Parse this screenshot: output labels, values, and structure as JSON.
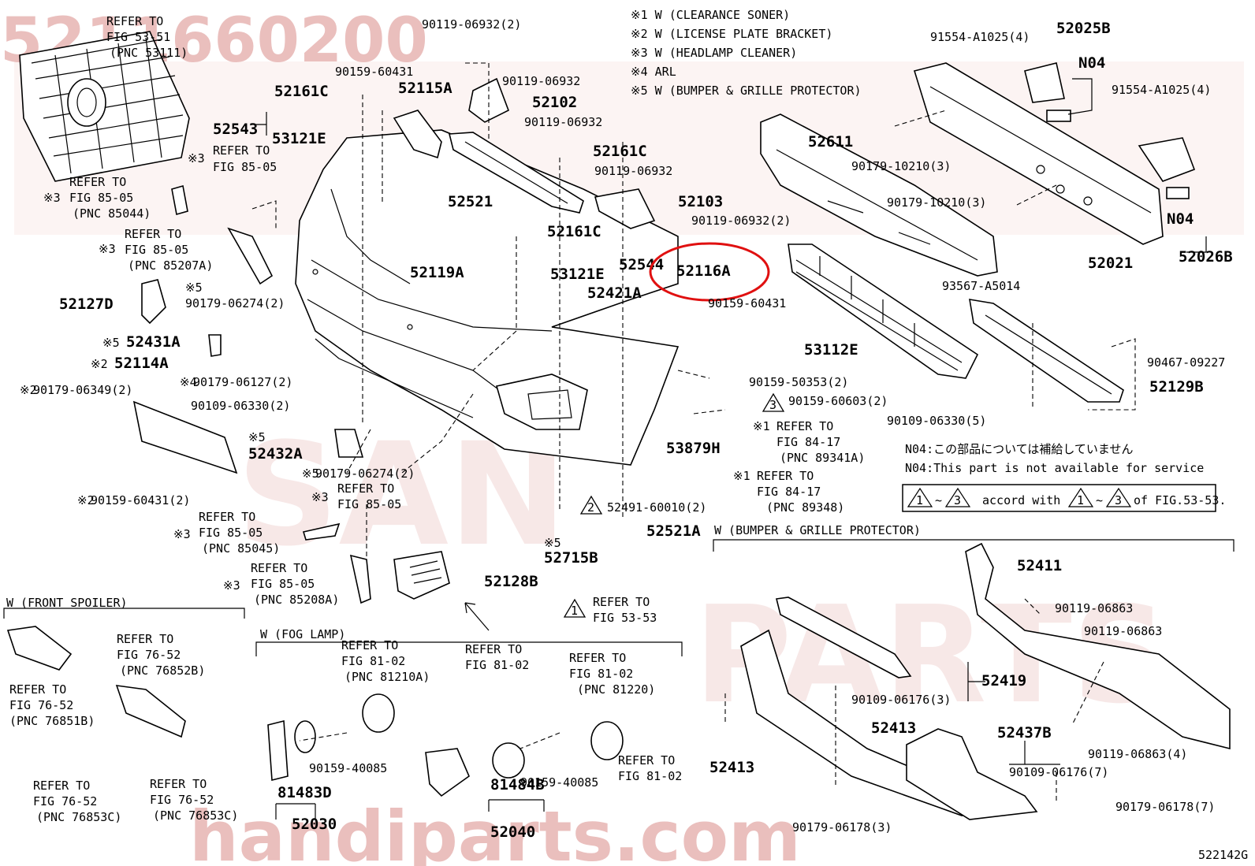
{
  "watermark": {
    "top_number": "5211660200",
    "side_text_1": "SAN",
    "side_text_2": "PARTS",
    "bottom_text": "handiparts.com",
    "color": "#d98a88"
  },
  "highlight_color": "#e01010",
  "figure_code": "522142G",
  "legend_notes": [
    "※1 W (CLEARANCE SONER)",
    "※2 W (LICENSE PLATE BRACKET)",
    "※3 W (HEADLAMP CLEANER)",
    "※4 ARL",
    "※5 W (BUMPER & GRILLE PROTECTOR)"
  ],
  "n04_note": {
    "jp": "N04:この部品については補給していません",
    "en": "N04:This part is not available for service"
  },
  "accord_note": {
    "pre": "accord with",
    "tilde": "~",
    "post": "of FIG.53-53.",
    "tri_a": "1",
    "tri_b": "3"
  },
  "section_titles": {
    "protector": "W (BUMPER & GRILLE PROTECTOR)",
    "front_spoiler": "W (FRONT SPOILER)",
    "fog_lamp": "W (FOG LAMP)"
  },
  "part_numbers": {
    "p52161C_1": "52161C",
    "p52115A": "52115A",
    "p52102": "52102",
    "p52543": "52543",
    "p53121E_1": "53121E",
    "p52161C_2": "52161C",
    "p52103": "52103",
    "p52521": "52521",
    "p52161C_3": "52161C",
    "p52544": "52544",
    "p52116A": "52116A",
    "p53121E_2": "53121E",
    "p52421A": "52421A",
    "p52119A": "52119A",
    "p52127D": "52127D",
    "p52431A": "52431A",
    "p52114A": "52114A",
    "p52432A": "52432A",
    "p53879H": "53879H",
    "p52521A": "52521A",
    "p52715B": "52715B",
    "p52128B": "52128B",
    "p52611": "52611",
    "p52025B": "52025B",
    "p52021": "52021",
    "p52026B": "52026B",
    "p53112E": "53112E",
    "p52129B": "52129B",
    "p52411": "52411",
    "p52419": "52419",
    "p52413_1": "52413",
    "p52413_2": "52413",
    "p52437B": "52437B",
    "p81483D": "81483D",
    "p52030": "52030",
    "p81484B": "81484B",
    "p52040": "52040",
    "n04_1": "N04",
    "n04_2": "N04"
  },
  "labels": {
    "a": "90119-06932(2)",
    "b": "90159-60431",
    "c": "90119-06932",
    "d": "90119-06932",
    "e": "90119-06932",
    "f": "90119-06932(2)",
    "g": "90159-60431",
    "h": "90179-06274(2)",
    "i": "90179-06127(2)",
    "j": "90109-06330(2)",
    "k": "90179-06349(2)",
    "l": "90159-60431(2)",
    "m": "90179-06274(2)",
    "n": "90159-50353(2)",
    "o": "90159-60603(2)",
    "p": "52491-60010(2)",
    "q": "91554-A1025(4)",
    "r": "91554-A1025(4)",
    "s": "90179-10210(3)",
    "t": "90179-10210(3)",
    "u": "93567-A5014",
    "v": "90467-09227",
    "w": "90109-06330(5)",
    "x": "90119-06863",
    "y": "90119-06863",
    "z": "90119-06863(4)",
    "aa": "90109-06176(3)",
    "ab": "90109-06176(7)",
    "ac": "90179-06178(7)",
    "ad": "90179-06178(3)",
    "ae": "90159-40085",
    "af": "90159-40085"
  },
  "markers": {
    "m1": "※1",
    "m2": "※2",
    "m3": "※3",
    "m4": "※4",
    "m5": "※5",
    "tri1": "1",
    "tri2": "2",
    "tri3": "3"
  },
  "refs": {
    "r1": [
      "REFER TO",
      "FIG 53-51",
      "(PNC 53111)"
    ],
    "r2": [
      "REFER TO",
      "FIG 85-05"
    ],
    "r3": [
      "REFER TO",
      "FIG 85-05",
      "(PNC 85044)"
    ],
    "r4": [
      "REFER TO",
      "FIG 85-05",
      "(PNC 85207A)"
    ],
    "r5": [
      "REFER TO",
      "FIG 84-17",
      "(PNC 89341A)"
    ],
    "r6": [
      "REFER TO",
      "FIG 84-17",
      "(PNC 89348)"
    ],
    "r7": [
      "REFER TO",
      "FIG 85-05"
    ],
    "r8": [
      "REFER TO",
      "FIG 85-05",
      "(PNC 85045)"
    ],
    "r9": [
      "REFER TO",
      "FIG 85-05",
      "(PNC 85208A)"
    ],
    "r10": [
      "REFER TO",
      "FIG 53-53"
    ],
    "r11": [
      "REFER TO",
      "FIG 76-52",
      "(PNC 76852B)"
    ],
    "r12": [
      "REFER TO",
      "FIG 76-52",
      "(PNC 76851B)"
    ],
    "r13": [
      "REFER TO",
      "FIG 76-52",
      "(PNC 76853C)"
    ],
    "r14": [
      "REFER TO",
      "FIG 76-52",
      "(PNC 76853C)"
    ],
    "r15": [
      "REFER TO",
      "FIG 81-02",
      "(PNC 81210A)"
    ],
    "r16": [
      "REFER TO",
      "FIG 81-02"
    ],
    "r17": [
      "REFER TO",
      "FIG 81-02",
      "(PNC 81220)"
    ],
    "r18": [
      "REFER TO",
      "FIG 81-02"
    ]
  }
}
